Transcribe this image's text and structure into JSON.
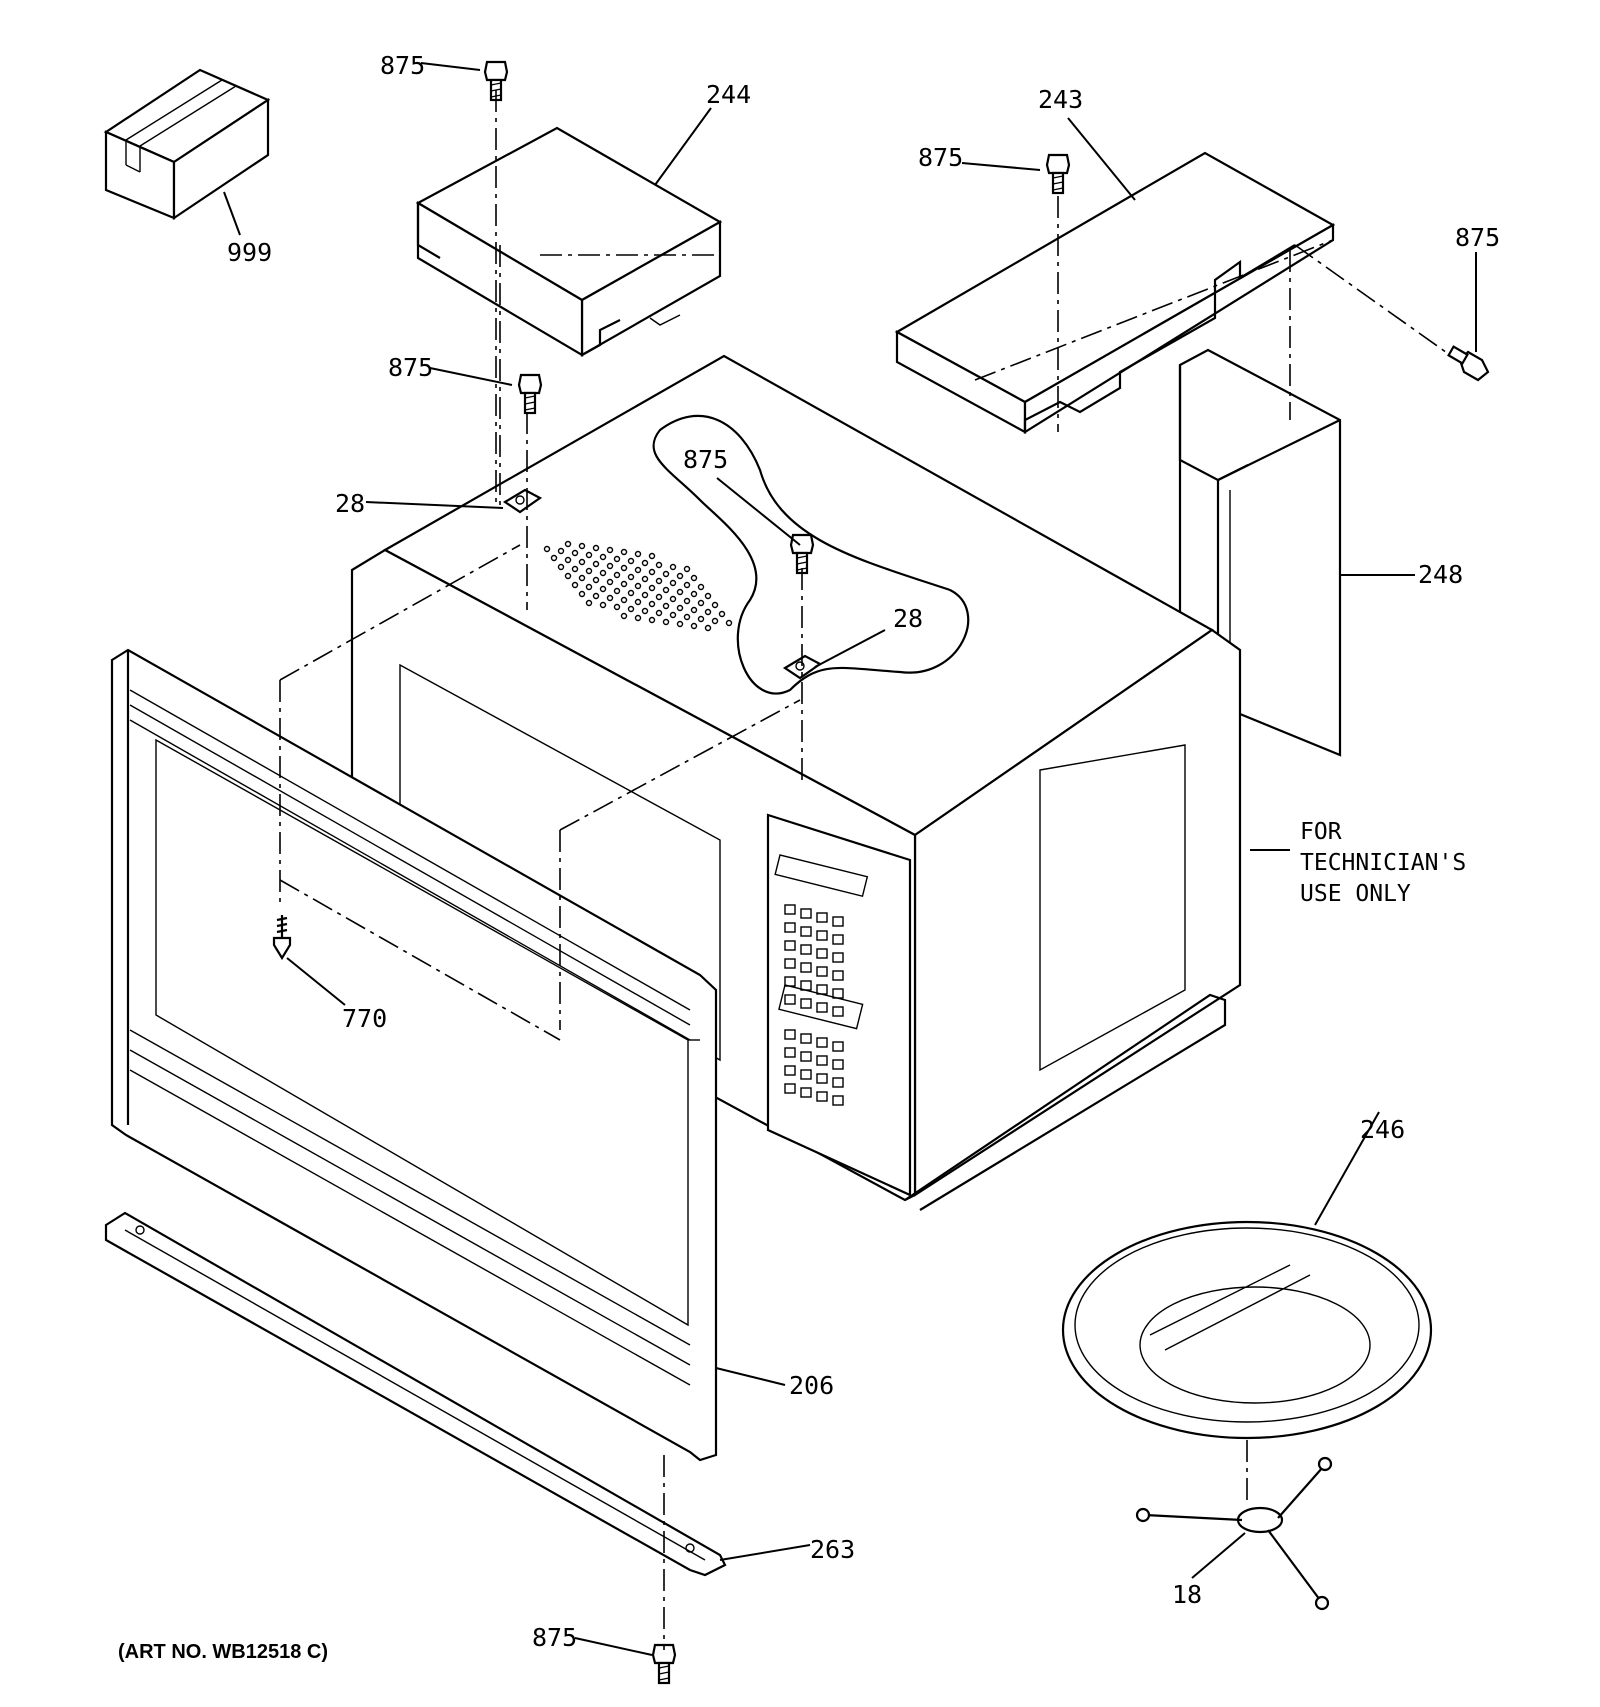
{
  "callouts": {
    "c999": "999",
    "c875_top": "875",
    "c244": "244",
    "c243": "243",
    "c875_243": "875",
    "c875_right": "875",
    "c875_left": "875",
    "c875_bubble": "875",
    "c28_left": "28",
    "c28_right": "28",
    "c248": "248",
    "c770": "770",
    "c246": "246",
    "c206": "206",
    "c263": "263",
    "c18": "18",
    "c875_bottom": "875"
  },
  "note": {
    "line1": "FOR",
    "line2": "TECHNICIAN'S",
    "line3": "USE ONLY"
  },
  "art_number": "(ART NO. WB12518 C)"
}
